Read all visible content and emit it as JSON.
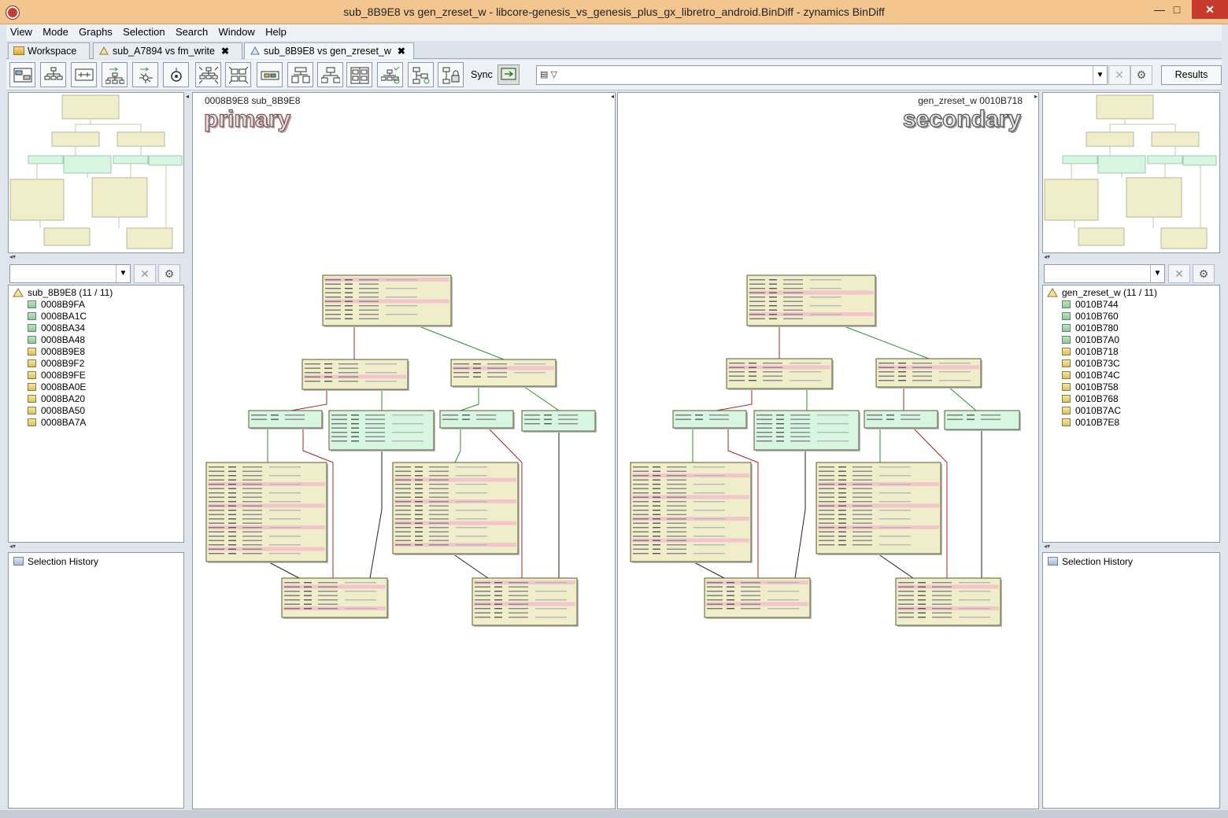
{
  "window": {
    "title": "sub_8B9E8 vs gen_zreset_w - libcore-genesis_vs_genesis_plus_gx_libretro_android.BinDiff - zynamics BinDiff",
    "min": "—",
    "max": "□",
    "close": "✕"
  },
  "menu": [
    "View",
    "Mode",
    "Graphs",
    "Selection",
    "Search",
    "Window",
    "Help"
  ],
  "tabs": [
    {
      "label": "Workspace"
    },
    {
      "label": "sub_A7894 vs fm_write"
    },
    {
      "label": "sub_8B9E8 vs gen_zreset_w"
    }
  ],
  "toolbar": {
    "sync_label": "Sync",
    "results_label": "Results",
    "search_value": ""
  },
  "left": {
    "tree_root": "sub_8B9E8 (11 / 11)",
    "items": [
      {
        "label": "0008B9FA",
        "color": "green"
      },
      {
        "label": "0008BA1C",
        "color": "green"
      },
      {
        "label": "0008BA34",
        "color": "green"
      },
      {
        "label": "0008BA48",
        "color": "green"
      },
      {
        "label": "0008B9E8",
        "color": "yellow"
      },
      {
        "label": "0008B9F2",
        "color": "yellow"
      },
      {
        "label": "0008B9FE",
        "color": "yellow"
      },
      {
        "label": "0008BA0E",
        "color": "yellow"
      },
      {
        "label": "0008BA20",
        "color": "yellow"
      },
      {
        "label": "0008BA50",
        "color": "yellow"
      },
      {
        "label": "0008BA7A",
        "color": "yellow"
      }
    ],
    "history_label": "Selection History"
  },
  "right": {
    "tree_root": "gen_zreset_w (11 / 11)",
    "items": [
      {
        "label": "0010B744",
        "color": "green"
      },
      {
        "label": "0010B760",
        "color": "green"
      },
      {
        "label": "0010B780",
        "color": "green"
      },
      {
        "label": "0010B7A0",
        "color": "green"
      },
      {
        "label": "0010B718",
        "color": "yellow"
      },
      {
        "label": "0010B73C",
        "color": "yellow"
      },
      {
        "label": "0010B74C",
        "color": "yellow"
      },
      {
        "label": "0010B758",
        "color": "yellow"
      },
      {
        "label": "0010B768",
        "color": "yellow"
      },
      {
        "label": "0010B7AC",
        "color": "yellow"
      },
      {
        "label": "0010B7E8",
        "color": "yellow"
      }
    ],
    "history_label": "Selection History"
  },
  "primary": {
    "header": "0008B9E8   sub_8B9E8",
    "label": "primary"
  },
  "secondary": {
    "header": "gen_zreset_w   0010B718",
    "label": "secondary"
  },
  "colors": {
    "matched_block": "#efedca",
    "matched_border": "#5b5b2e",
    "green_block": "#d6f6e2",
    "edge_green": "#2f8f2f",
    "edge_red": "#a02525",
    "edge_black": "#222222"
  }
}
